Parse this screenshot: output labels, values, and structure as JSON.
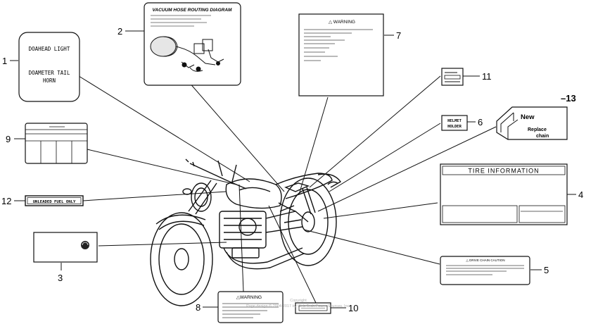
{
  "diagram": {
    "callouts": {
      "c1": "1",
      "c2": "2",
      "c3": "3",
      "c4": "4",
      "c5": "5",
      "c6": "6",
      "c7": "7",
      "c8": "8",
      "c9": "9",
      "c10": "10",
      "c11": "11",
      "c12": "12",
      "c13": "–13"
    },
    "labels": {
      "lighting_line1": "DOAHEAD LIGHT",
      "lighting_line2": "DOAMETER TAIL",
      "lighting_line3": "HORN",
      "vacuum_title": "VACUUM HOSE ROUTING DIAGRAM",
      "warning_top": "△ WARNING",
      "helmet_line1": "HELMET",
      "helmet_line2": "HOLDER",
      "chain_new": "New",
      "chain_replace_line1": "Replace",
      "chain_replace_line2": "chain",
      "tire_title": "TIRE  INFORMATION",
      "fuel": "UNLEADED FUEL ONLY",
      "drive_chain": "△ DRIVE CHAIN CAUTION",
      "warning_bottom": "△WARNING"
    },
    "watermark": {
      "line1": "Copyright",
      "line2": "Page design © 2004-2017 by Web Tech Power Sources, Inc."
    }
  }
}
